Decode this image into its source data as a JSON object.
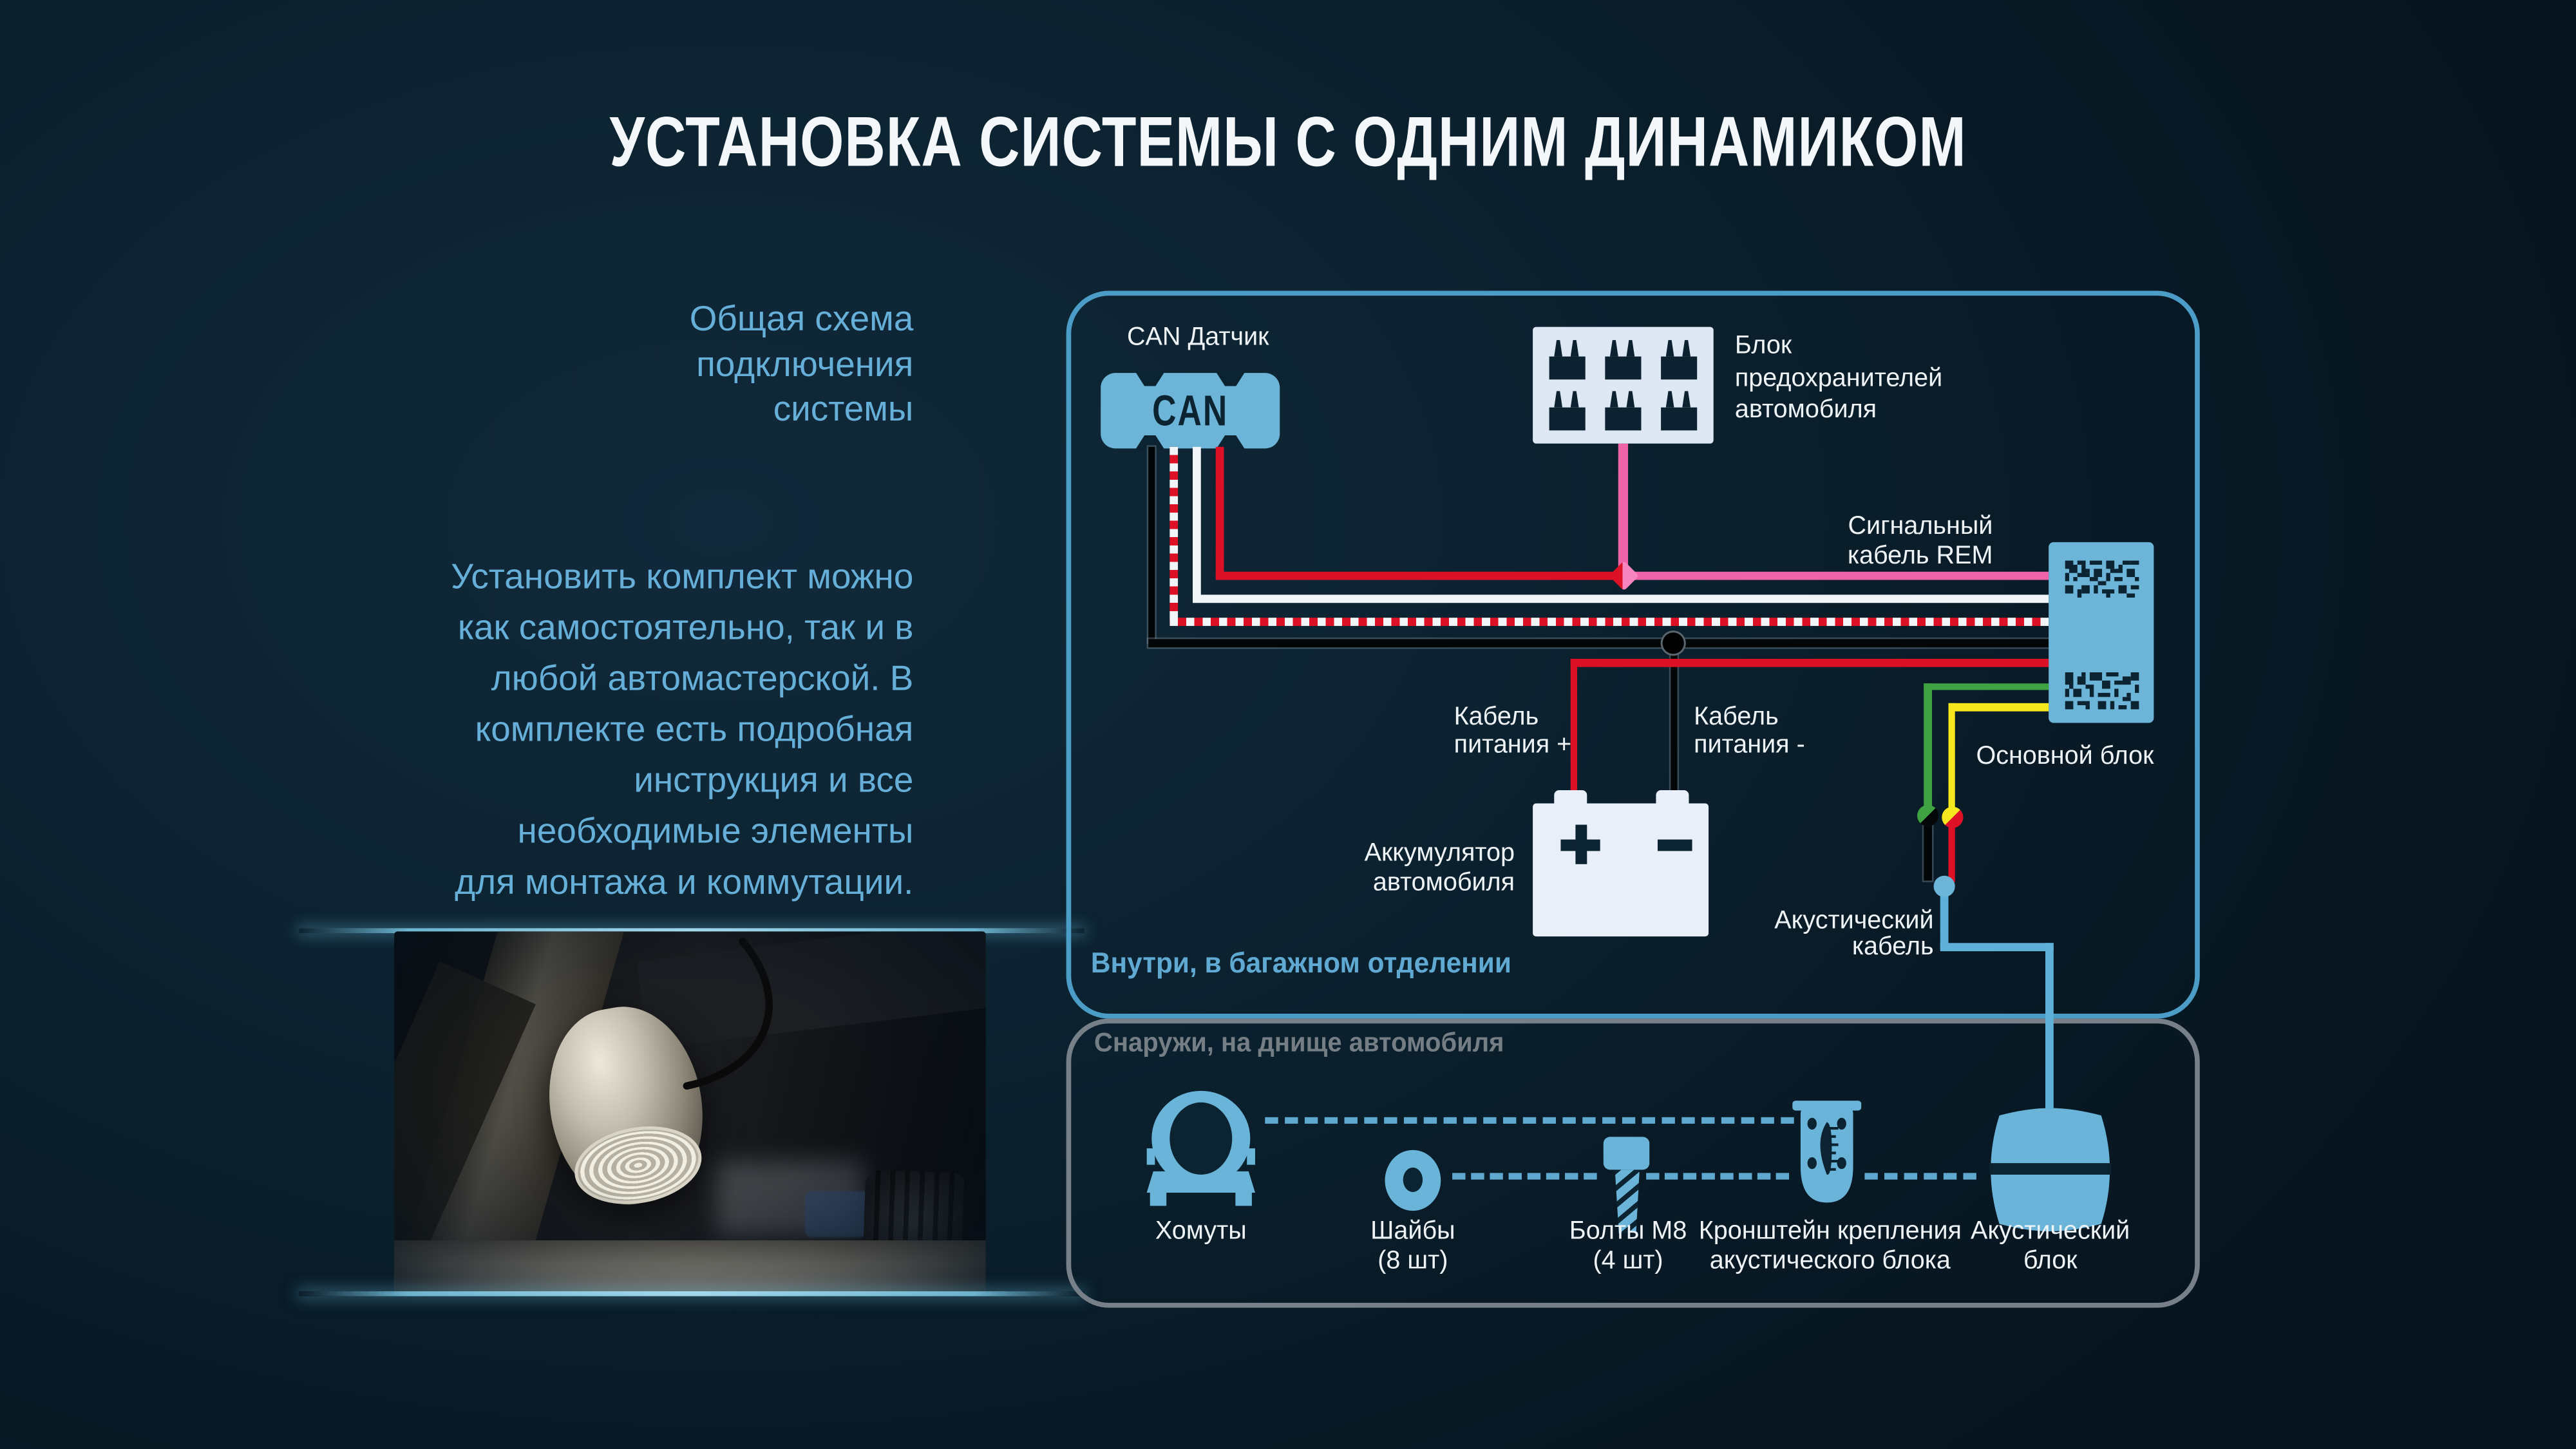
{
  "page": {
    "title": "УСТАНОВКА СИСТЕМЫ С ОДНИМ ДИНАМИКОМ"
  },
  "intro": {
    "heading_lines": [
      "Общая схема",
      "подключения",
      "системы"
    ],
    "paragraph_lines": [
      "Установить комплект можно",
      "как самостоятельно, так и в",
      "любой автомастерской. В",
      "комплекте есть подробная",
      "инструкция и все",
      "необходимые элементы",
      "для монтажа и коммутации."
    ]
  },
  "inside": {
    "caption": "Внутри, в багажном отделении",
    "can_sensor_label": "CAN Датчик",
    "can_connector_text": "CAN",
    "fuse_block_label_lines": [
      "Блок",
      "предохранителей",
      "автомобиля"
    ],
    "rem_label_lines": [
      "Сигнальный",
      "кабель REM"
    ],
    "power_plus_label_lines": [
      "Кабель",
      "питания +"
    ],
    "power_minus_label_lines": [
      "Кабель",
      "питания -"
    ],
    "battery_label_lines": [
      "Аккумулятор",
      "автомобиля"
    ],
    "battery_terminals": {
      "positive": "+",
      "negative": "−"
    },
    "main_block_label": "Основной блок",
    "acoustic_cable_label_lines": [
      "Акустический",
      "кабель"
    ]
  },
  "outside": {
    "caption": "Снаружи, на днище автомобиля",
    "items": [
      {
        "name": "clamps",
        "label_lines": [
          "Хомуты",
          ""
        ]
      },
      {
        "name": "washers",
        "label_lines": [
          "Шайбы",
          "(8 шт)"
        ]
      },
      {
        "name": "bolts",
        "label_lines": [
          "Болты М8",
          "(4 шт)"
        ]
      },
      {
        "name": "bracket",
        "label_lines": [
          "Кронштейн крепления",
          "акустического блока"
        ]
      },
      {
        "name": "acoustic-unit",
        "label_lines": [
          "Акустический",
          "блок"
        ]
      }
    ]
  },
  "colors": {
    "background": "#0c2230",
    "panel_stroke_blue": "#4b9dc7",
    "panel_stroke_gray": "#778088",
    "accent_blue": "#69b4d8",
    "text_blue": "#66afd8",
    "white": "#f2f5f7",
    "wire_red": "#dd1126",
    "wire_pink": "#ef64a8",
    "wire_green": "#3fa344",
    "wire_yellow": "#f6e71f",
    "wire_black": "#030607",
    "cable_blue": "#5fb0d8",
    "light_box": "#dde8f4",
    "icon_dark": "#0c2331"
  }
}
